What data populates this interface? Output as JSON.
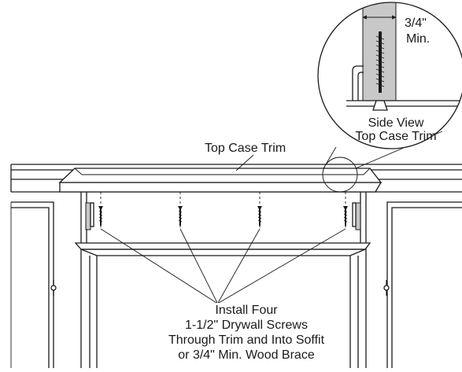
{
  "labels": {
    "top_case_trim": "Top Case Trim",
    "min_dim_value": "3/4\"",
    "min_dim_suffix": "Min.",
    "side_view_line1": "Side View",
    "side_view_line2": "Top Case Trim",
    "install_line1": "Install Four",
    "install_line2": "1-1/2\" Drywall Screws",
    "install_line3": "Through Trim and Into Soffit",
    "install_line4": "or 3/4\" Min. Wood Brace"
  }
}
